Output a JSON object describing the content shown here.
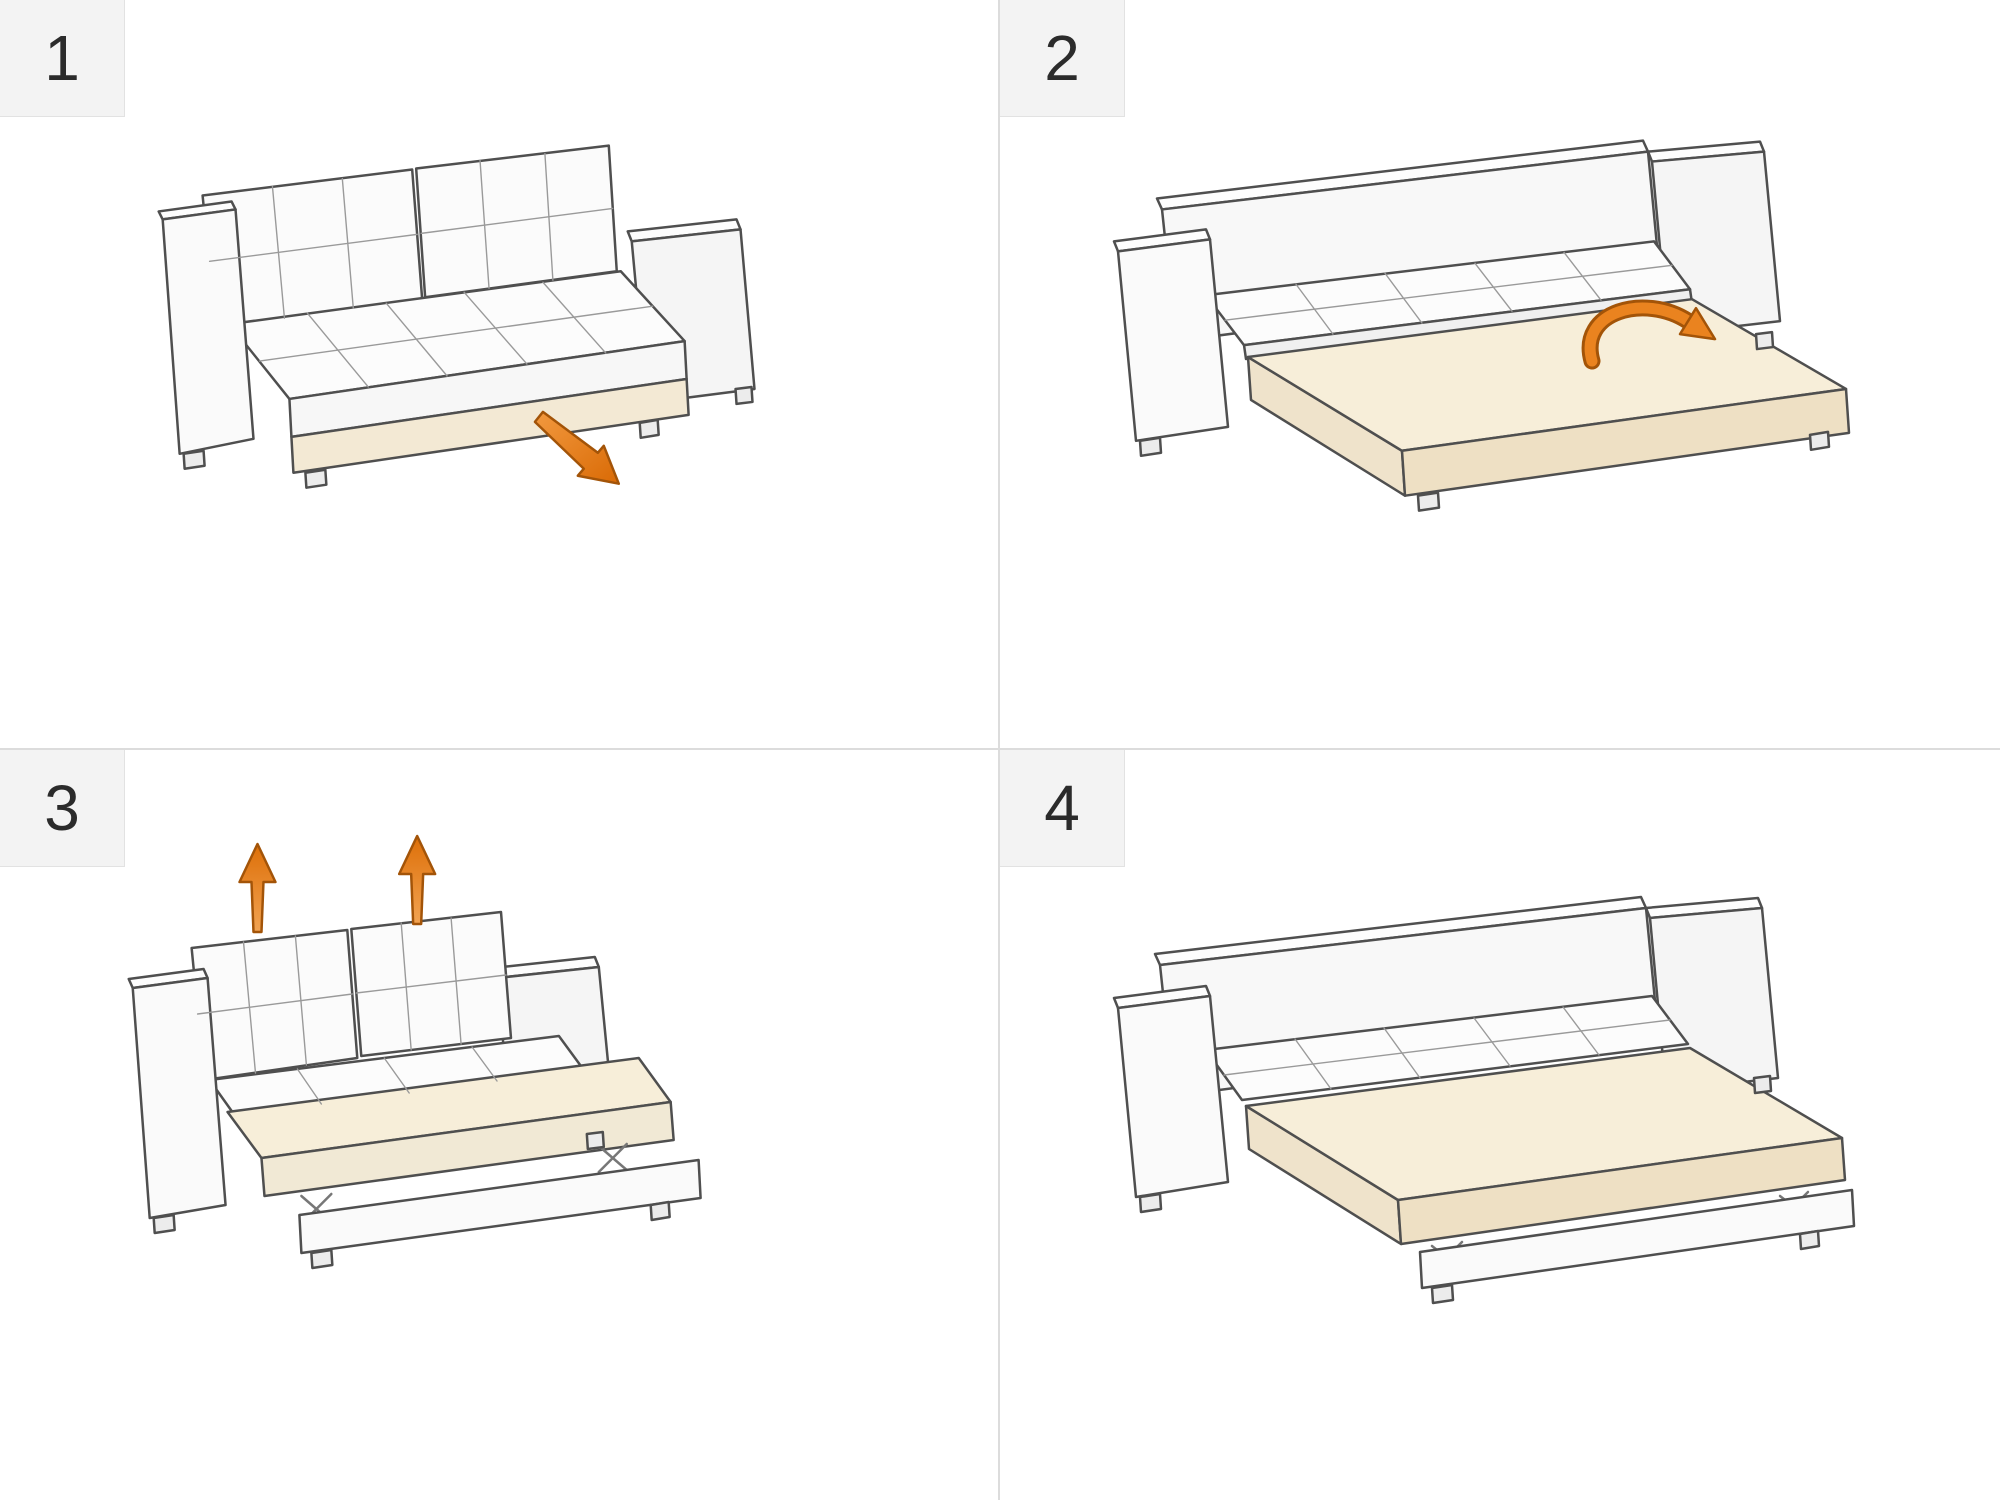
{
  "steps": [
    {
      "number": "1",
      "arrow_icon": "pull-out-arrow-icon"
    },
    {
      "number": "2",
      "arrow_icon": "flip-over-arrow-icon"
    },
    {
      "number": "3",
      "arrow_icon": "lift-up-arrow-icon"
    },
    {
      "number": "4",
      "arrow_icon": "none"
    }
  ],
  "colors": {
    "accent_orange": "#EA831F",
    "accent_orange_dark": "#A35408",
    "platform_cream_top": "#F7EED9",
    "platform_cream_front": "#EEE0C4",
    "sofa_outline": "#4F4F4F",
    "badge_background": "#F3F3F3",
    "divider": "#DCDCDC"
  }
}
